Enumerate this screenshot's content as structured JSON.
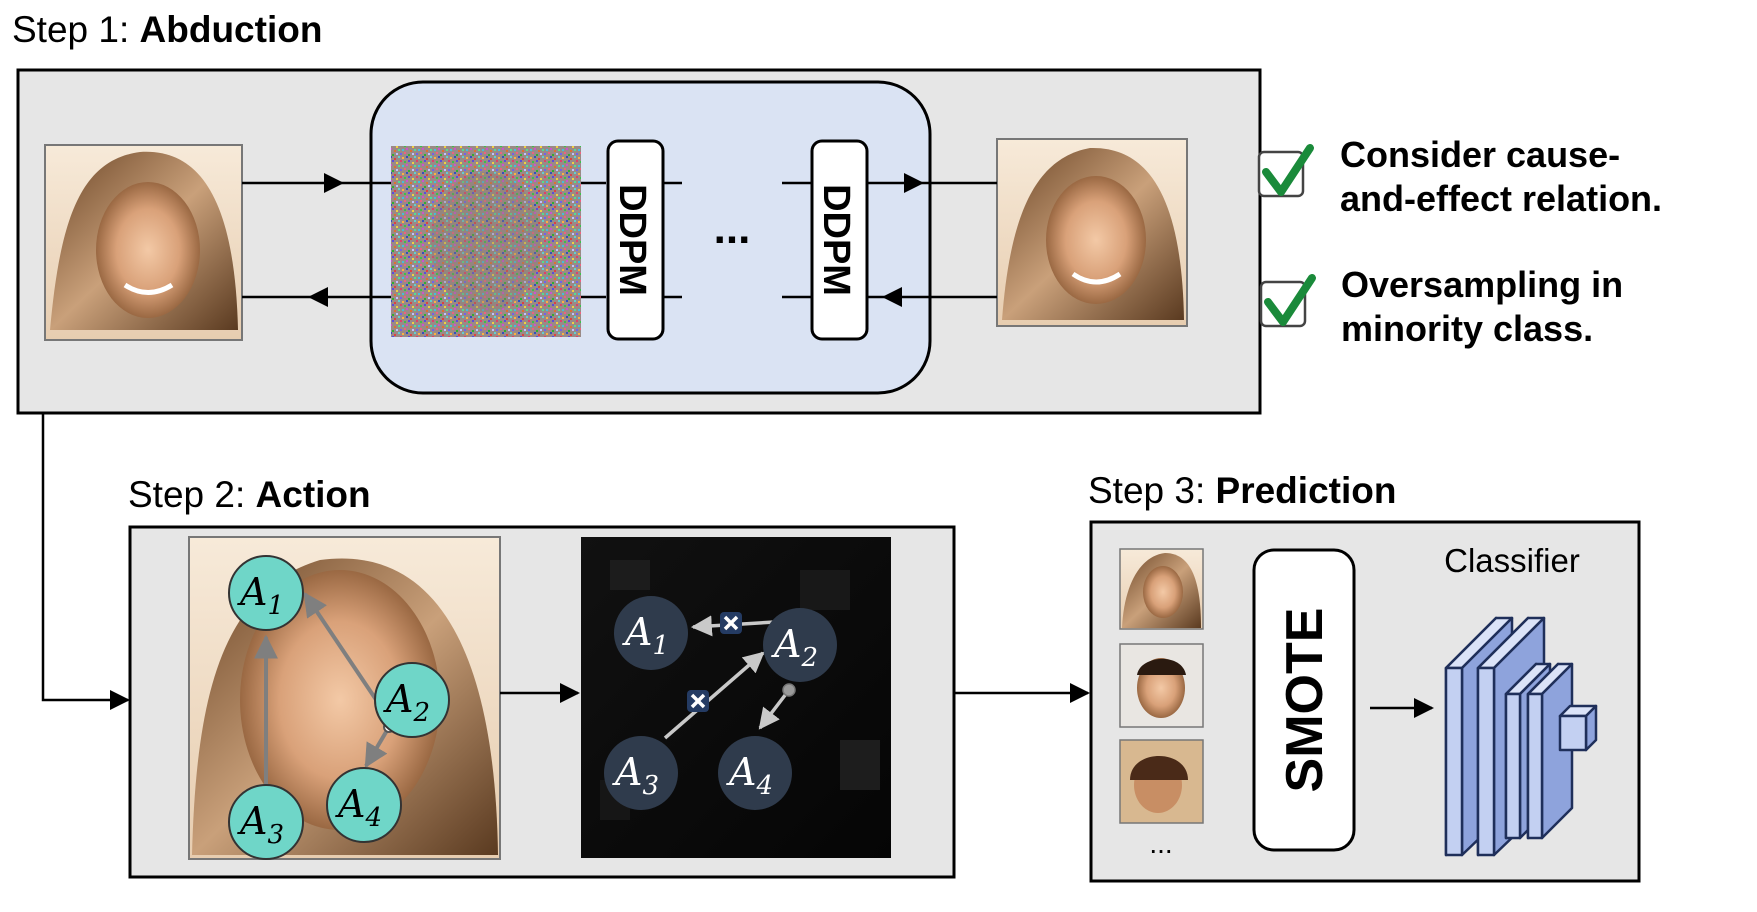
{
  "step1": {
    "prefix": "Step 1: ",
    "name": "Abduction"
  },
  "step2": {
    "prefix": "Step 2: ",
    "name": "Action"
  },
  "step3": {
    "prefix": "Step 3: ",
    "name": "Prediction"
  },
  "abduction": {
    "ddpm_label": "DDPM",
    "ellipsis": "..."
  },
  "checklist": [
    {
      "line1": "Consider cause-",
      "line2": "and-effect relation."
    },
    {
      "line1": "Oversampling in",
      "line2": "minority class."
    }
  ],
  "action": {
    "nodes": [
      {
        "base": "A",
        "sub": "1"
      },
      {
        "base": "A",
        "sub": "2"
      },
      {
        "base": "A",
        "sub": "3"
      },
      {
        "base": "A",
        "sub": "4"
      }
    ]
  },
  "prediction": {
    "smote_label": "SMOTE",
    "classifier_label": "Classifier",
    "ellipsis": "..."
  },
  "colors": {
    "panel_fill": "#e6e6e6",
    "ddpm_panel_fill": "#dae3f3",
    "node_teal": "#6fd6c8",
    "node_dark": "#2f3b4c",
    "check_green": "#1a8a3a",
    "classifier_fill": "#b4c4ee"
  }
}
